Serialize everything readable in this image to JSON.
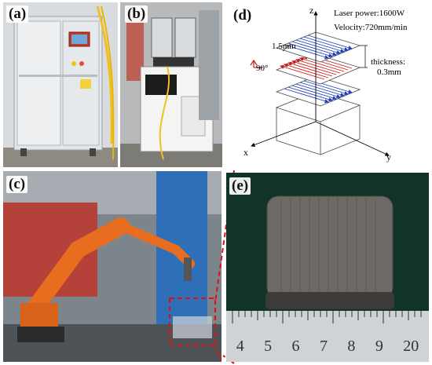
{
  "panels": {
    "a": {
      "label": "(a)"
    },
    "b": {
      "label": "(b)"
    },
    "c": {
      "label": "(c)"
    },
    "d": {
      "label": "(d)"
    },
    "e": {
      "label": "(e)"
    }
  },
  "diagram": {
    "laser_power": "Laser power:1600W",
    "velocity": "Velocity:720mm/min",
    "spacing": "1.5mm",
    "angle": "90°",
    "thickness_label": "thickness:",
    "thickness_value": "0.3mm",
    "axis_z": "z",
    "axis_x": "x",
    "axis_y": "y",
    "colors": {
      "hatch_blue": "#1f3fbf",
      "hatch_red": "#d01818",
      "highlight": "#e01010"
    }
  },
  "ruler": {
    "numbers": [
      "4",
      "5",
      "6",
      "7",
      "8",
      "9",
      "20"
    ]
  }
}
